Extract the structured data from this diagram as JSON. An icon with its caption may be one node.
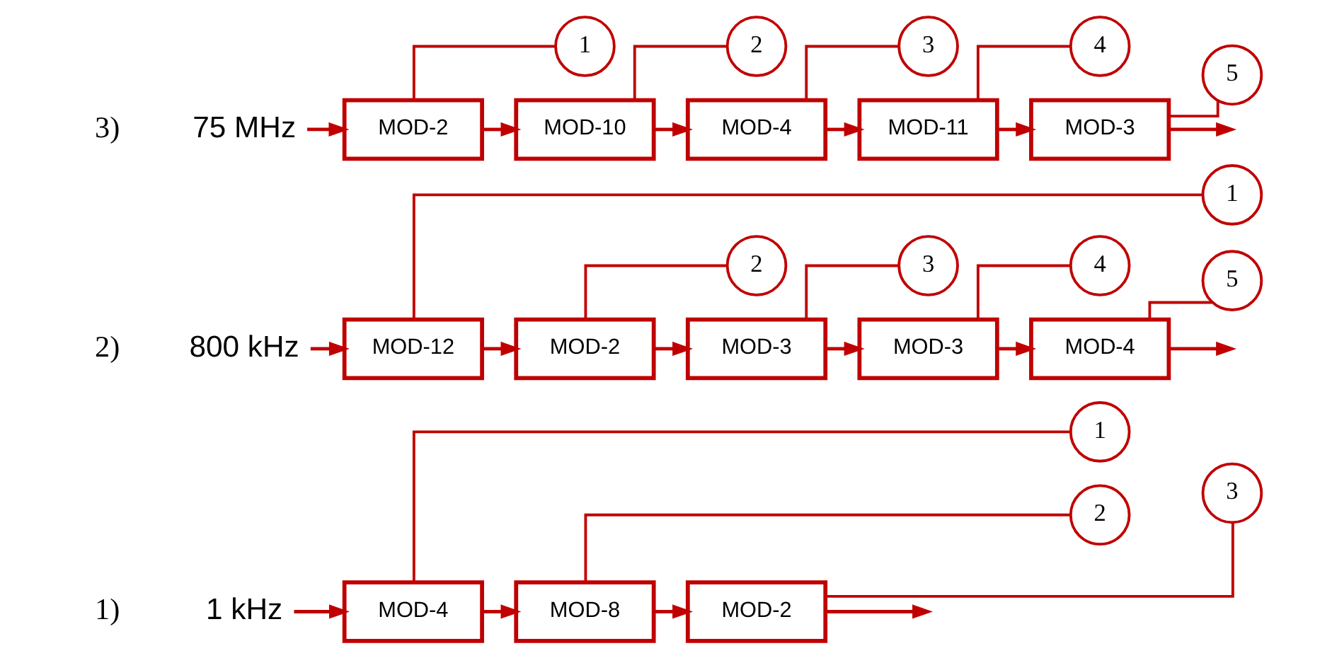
{
  "diagram": {
    "nodes": [
      {
        "text": [
          "1 kHz"
        ]
      },
      {
        "text": [
          "MOD-4"
        ]
      },
      {
        "text": [
          "1"
        ]
      },
      {
        "text": [
          "MOD-8"
        ]
      },
      {
        "text": [
          "2"
        ]
      },
      {
        "text": [
          "MOD-2"
        ]
      },
      {
        "text": [
          "3"
        ]
      },
      {
        "text": [
          "800 kHz"
        ]
      },
      {
        "text": [
          "MOD-12"
        ]
      },
      {
        "text": [
          "1"
        ]
      },
      {
        "text": [
          "MOD-2"
        ]
      },
      {
        "text": [
          "2"
        ]
      },
      {
        "text": [
          "MOD-3"
        ]
      },
      {
        "text": [
          "3"
        ]
      },
      {
        "text": [
          "MOD-3"
        ]
      },
      {
        "text": [
          "4"
        ]
      },
      {
        "text": [
          "MOD-4"
        ]
      },
      {
        "text": [
          "5"
        ]
      },
      {
        "text": [
          "75 MHz"
        ]
      },
      {
        "text": [
          "MOD-2"
        ]
      },
      {
        "text": [
          "1"
        ]
      },
      {
        "text": [
          "MOD-10"
        ]
      },
      {
        "text": [
          "2"
        ]
      },
      {
        "text": [
          "MOD-4"
        ]
      },
      {
        "text": [
          "3"
        ]
      },
      {
        "text": [
          "MOD-11"
        ]
      },
      {
        "text": [
          "4"
        ]
      },
      {
        "text": [
          "MOD-3"
        ]
      },
      {
        "text": [
          "5"
        ]
      }
    ],
    "edges": [
      {
        "from": 0,
        "to": 1,
        "arrow": "to"
      },
      {
        "from": 1,
        "to": 3,
        "arrow": "to"
      },
      {
        "from": 1,
        "to": 2,
        "arrow": "none"
      },
      {
        "from": 3,
        "to": 5,
        "arrow": "to"
      },
      {
        "from": 3,
        "to": 4,
        "arrow": "none"
      },
      {
        "from": 5,
        "to": null,
        "arrow": "to"
      },
      {
        "from": 5,
        "to": 6,
        "arrow": "none"
      },
      {
        "from": 7,
        "to": 8,
        "arrow": "to"
      },
      {
        "from": 8,
        "to": 10,
        "arrow": "to"
      },
      {
        "from": 8,
        "to": 9,
        "arrow": "none"
      },
      {
        "from": 10,
        "to": 12,
        "arrow": "to"
      },
      {
        "from": 10,
        "to": 11,
        "arrow": "none"
      },
      {
        "from": 12,
        "to": 14,
        "arrow": "to"
      },
      {
        "from": 12,
        "to": 13,
        "arrow": "none"
      },
      {
        "from": 14,
        "to": 16,
        "arrow": "to"
      },
      {
        "from": 14,
        "to": 15,
        "arrow": "none"
      },
      {
        "from": 16,
        "to": null,
        "arrow": "to"
      },
      {
        "from": 16,
        "to": 17,
        "arrow": "none"
      },
      {
        "from": 18,
        "to": 19,
        "arrow": "to"
      },
      {
        "from": 19,
        "to": 21,
        "arrow": "to"
      },
      {
        "from": 19,
        "to": 20,
        "arrow": "none"
      },
      {
        "from": 21,
        "to": 23,
        "arrow": "to"
      },
      {
        "from": 21,
        "to": 22,
        "arrow": "none"
      },
      {
        "from": 23,
        "to": 25,
        "arrow": "to"
      },
      {
        "from": 23,
        "to": 24,
        "arrow": "none"
      },
      {
        "from": 25,
        "to": 27,
        "arrow": "to"
      },
      {
        "from": 25,
        "to": 26,
        "arrow": "none"
      },
      {
        "from": 27,
        "to": null,
        "arrow": "to"
      },
      {
        "from": 27,
        "to": 28,
        "arrow": "none"
      }
    ],
    "labels": [
      "1)",
      "2)",
      "3)"
    ]
  }
}
